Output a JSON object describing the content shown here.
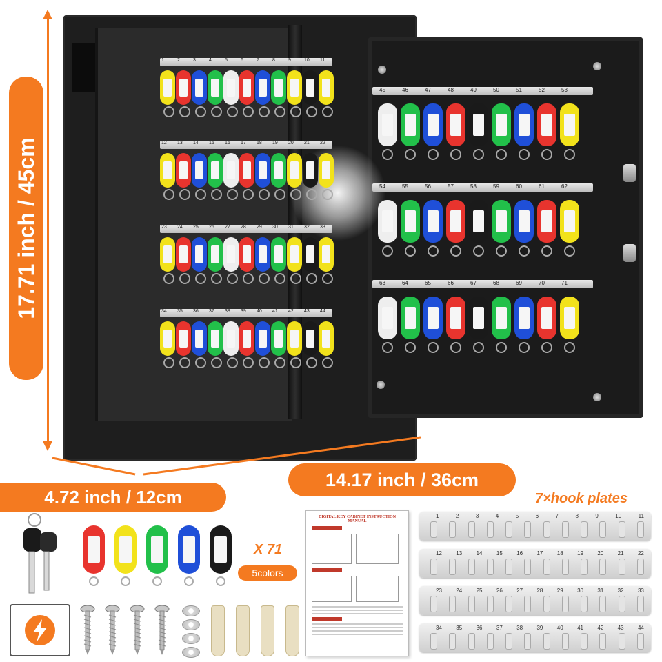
{
  "dimensions": {
    "height_label": "17.71 inch / 45cm",
    "width_label": "14.17 inch / 36cm",
    "depth_label": "4.72 inch / 12cm"
  },
  "accessories": {
    "hook_plates_label": "7×hook plates",
    "tag_count_label": "X 71",
    "colors_label": "5colors",
    "manual_title": "DIGITAL KEY CABINET INSTRUCTION MANUAL"
  },
  "hook_plate_rows": [
    [
      "1",
      "2",
      "3",
      "4",
      "5",
      "6",
      "7",
      "8",
      "9",
      "10",
      "11"
    ],
    [
      "12",
      "13",
      "14",
      "15",
      "16",
      "17",
      "18",
      "19",
      "20",
      "21",
      "22"
    ],
    [
      "23",
      "24",
      "25",
      "26",
      "27",
      "28",
      "29",
      "30",
      "31",
      "32",
      "33"
    ],
    [
      "34",
      "35",
      "36",
      "37",
      "38",
      "39",
      "40",
      "41",
      "42",
      "43",
      "44"
    ]
  ],
  "door_rows": [
    [
      "45",
      "46",
      "47",
      "48",
      "49",
      "50",
      "51",
      "52",
      "53"
    ],
    [
      "54",
      "55",
      "56",
      "57",
      "58",
      "59",
      "60",
      "61",
      "62"
    ],
    [
      "63",
      "64",
      "65",
      "66",
      "67",
      "68",
      "69",
      "70",
      "71"
    ]
  ],
  "colors": {
    "accent": "#f47a20",
    "cabinet": "#1e1e1e",
    "tag_yellow": "#f2e21b",
    "tag_red": "#e8342e",
    "tag_blue": "#1f4fd8",
    "tag_green": "#22c04a",
    "tag_black": "#1a1a1a",
    "tag_white": "#eeeeee"
  }
}
